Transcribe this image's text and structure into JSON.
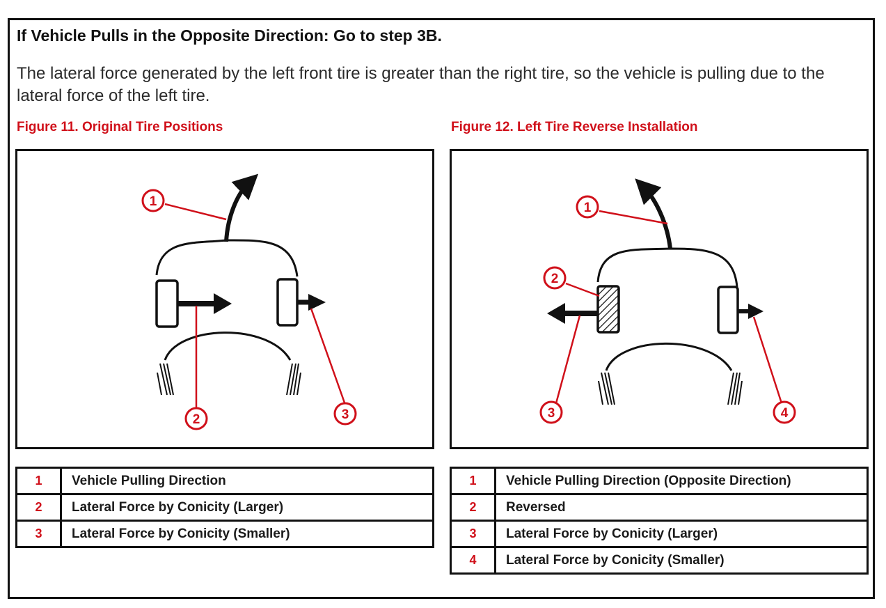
{
  "heading": "If Vehicle Pulls in the Opposite Direction: Go to step 3B.",
  "paragraph": "The lateral force generated by the left front tire is greater than the right tire, so the vehicle is pulling due to the lateral force of the left tire.",
  "figure_left": {
    "title": "Figure 11.  Original Tire Positions",
    "callouts": [
      "1",
      "2",
      "3"
    ],
    "legend": [
      {
        "num": "1",
        "text": "Vehicle Pulling Direction"
      },
      {
        "num": "2",
        "text": "Lateral Force by Conicity (Larger)"
      },
      {
        "num": "3",
        "text": "Lateral Force by Conicity (Smaller)"
      }
    ]
  },
  "figure_right": {
    "title": "Figure 12.  Left Tire Reverse Installation",
    "callouts": [
      "1",
      "2",
      "3",
      "4"
    ],
    "legend": [
      {
        "num": "1",
        "text": "Vehicle Pulling Direction (Opposite Direction)"
      },
      {
        "num": "2",
        "text": "Reversed"
      },
      {
        "num": "3",
        "text": "Lateral Force by Conicity (Larger)"
      },
      {
        "num": "4",
        "text": "Lateral Force by Conicity (Smaller)"
      }
    ]
  },
  "colors": {
    "accent_red": "#d0101a",
    "ink": "#111111"
  },
  "icons": [
    "pull-direction-arrow",
    "tire",
    "lateral-force-arrow",
    "callout-circle"
  ]
}
